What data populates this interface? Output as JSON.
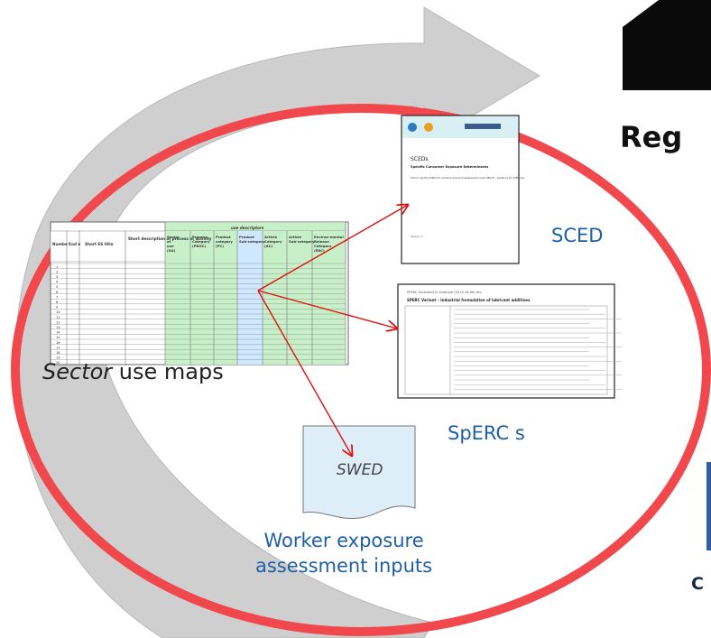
{
  "labels": {
    "sced": "SCED",
    "sperc": "SpERC s",
    "sector_word": "Sector",
    "sector_rest": " use maps",
    "worker_line1": "Worker exposure",
    "worker_line2": "assessment inputs",
    "swed": "SWED",
    "reg": "Reg",
    "c": "C"
  },
  "sced_doc": {
    "title": "SCEDs",
    "subtitle": "Specific Consumer Exposure Determinants",
    "body": "How to use the SCEDs for chemical exposure assessment under REACH – Guidance for SCED-use",
    "version": "Version 1"
  },
  "sperc_doc": {
    "header": "SPERC Factsheet in example (2013-18-08) etc.",
    "title": "SPERC Variant – Industrial formulation of lubricant additives"
  },
  "use_map": {
    "header_left": [
      "Numbe r",
      "Cod e",
      "Short ES title",
      "Short description of process or activity"
    ],
    "group_title": "use descriptors",
    "descriptor_cols": [
      "Sector of use (SU)",
      "Process Category (PROC)",
      "Product category (PC)",
      "Product Sub-category",
      "Article Category (AC)",
      "Article Sub-category",
      "Environ-mental Release Category (ERC)"
    ],
    "rows": [
      "1",
      "2",
      "3",
      "4",
      "5",
      "6",
      "7",
      "8",
      "9",
      "10",
      "11",
      "12",
      "13",
      "14",
      "15",
      "16",
      "17",
      "18",
      "19",
      "20"
    ]
  },
  "colors": {
    "ellipse": "#f0484c",
    "arrow_gray": "#cfcfcf",
    "connector": "#e01010",
    "label_blue": "#1f5fa8",
    "green_cell": "#c8f0c8",
    "blue_cell": "#cfe8ff"
  }
}
